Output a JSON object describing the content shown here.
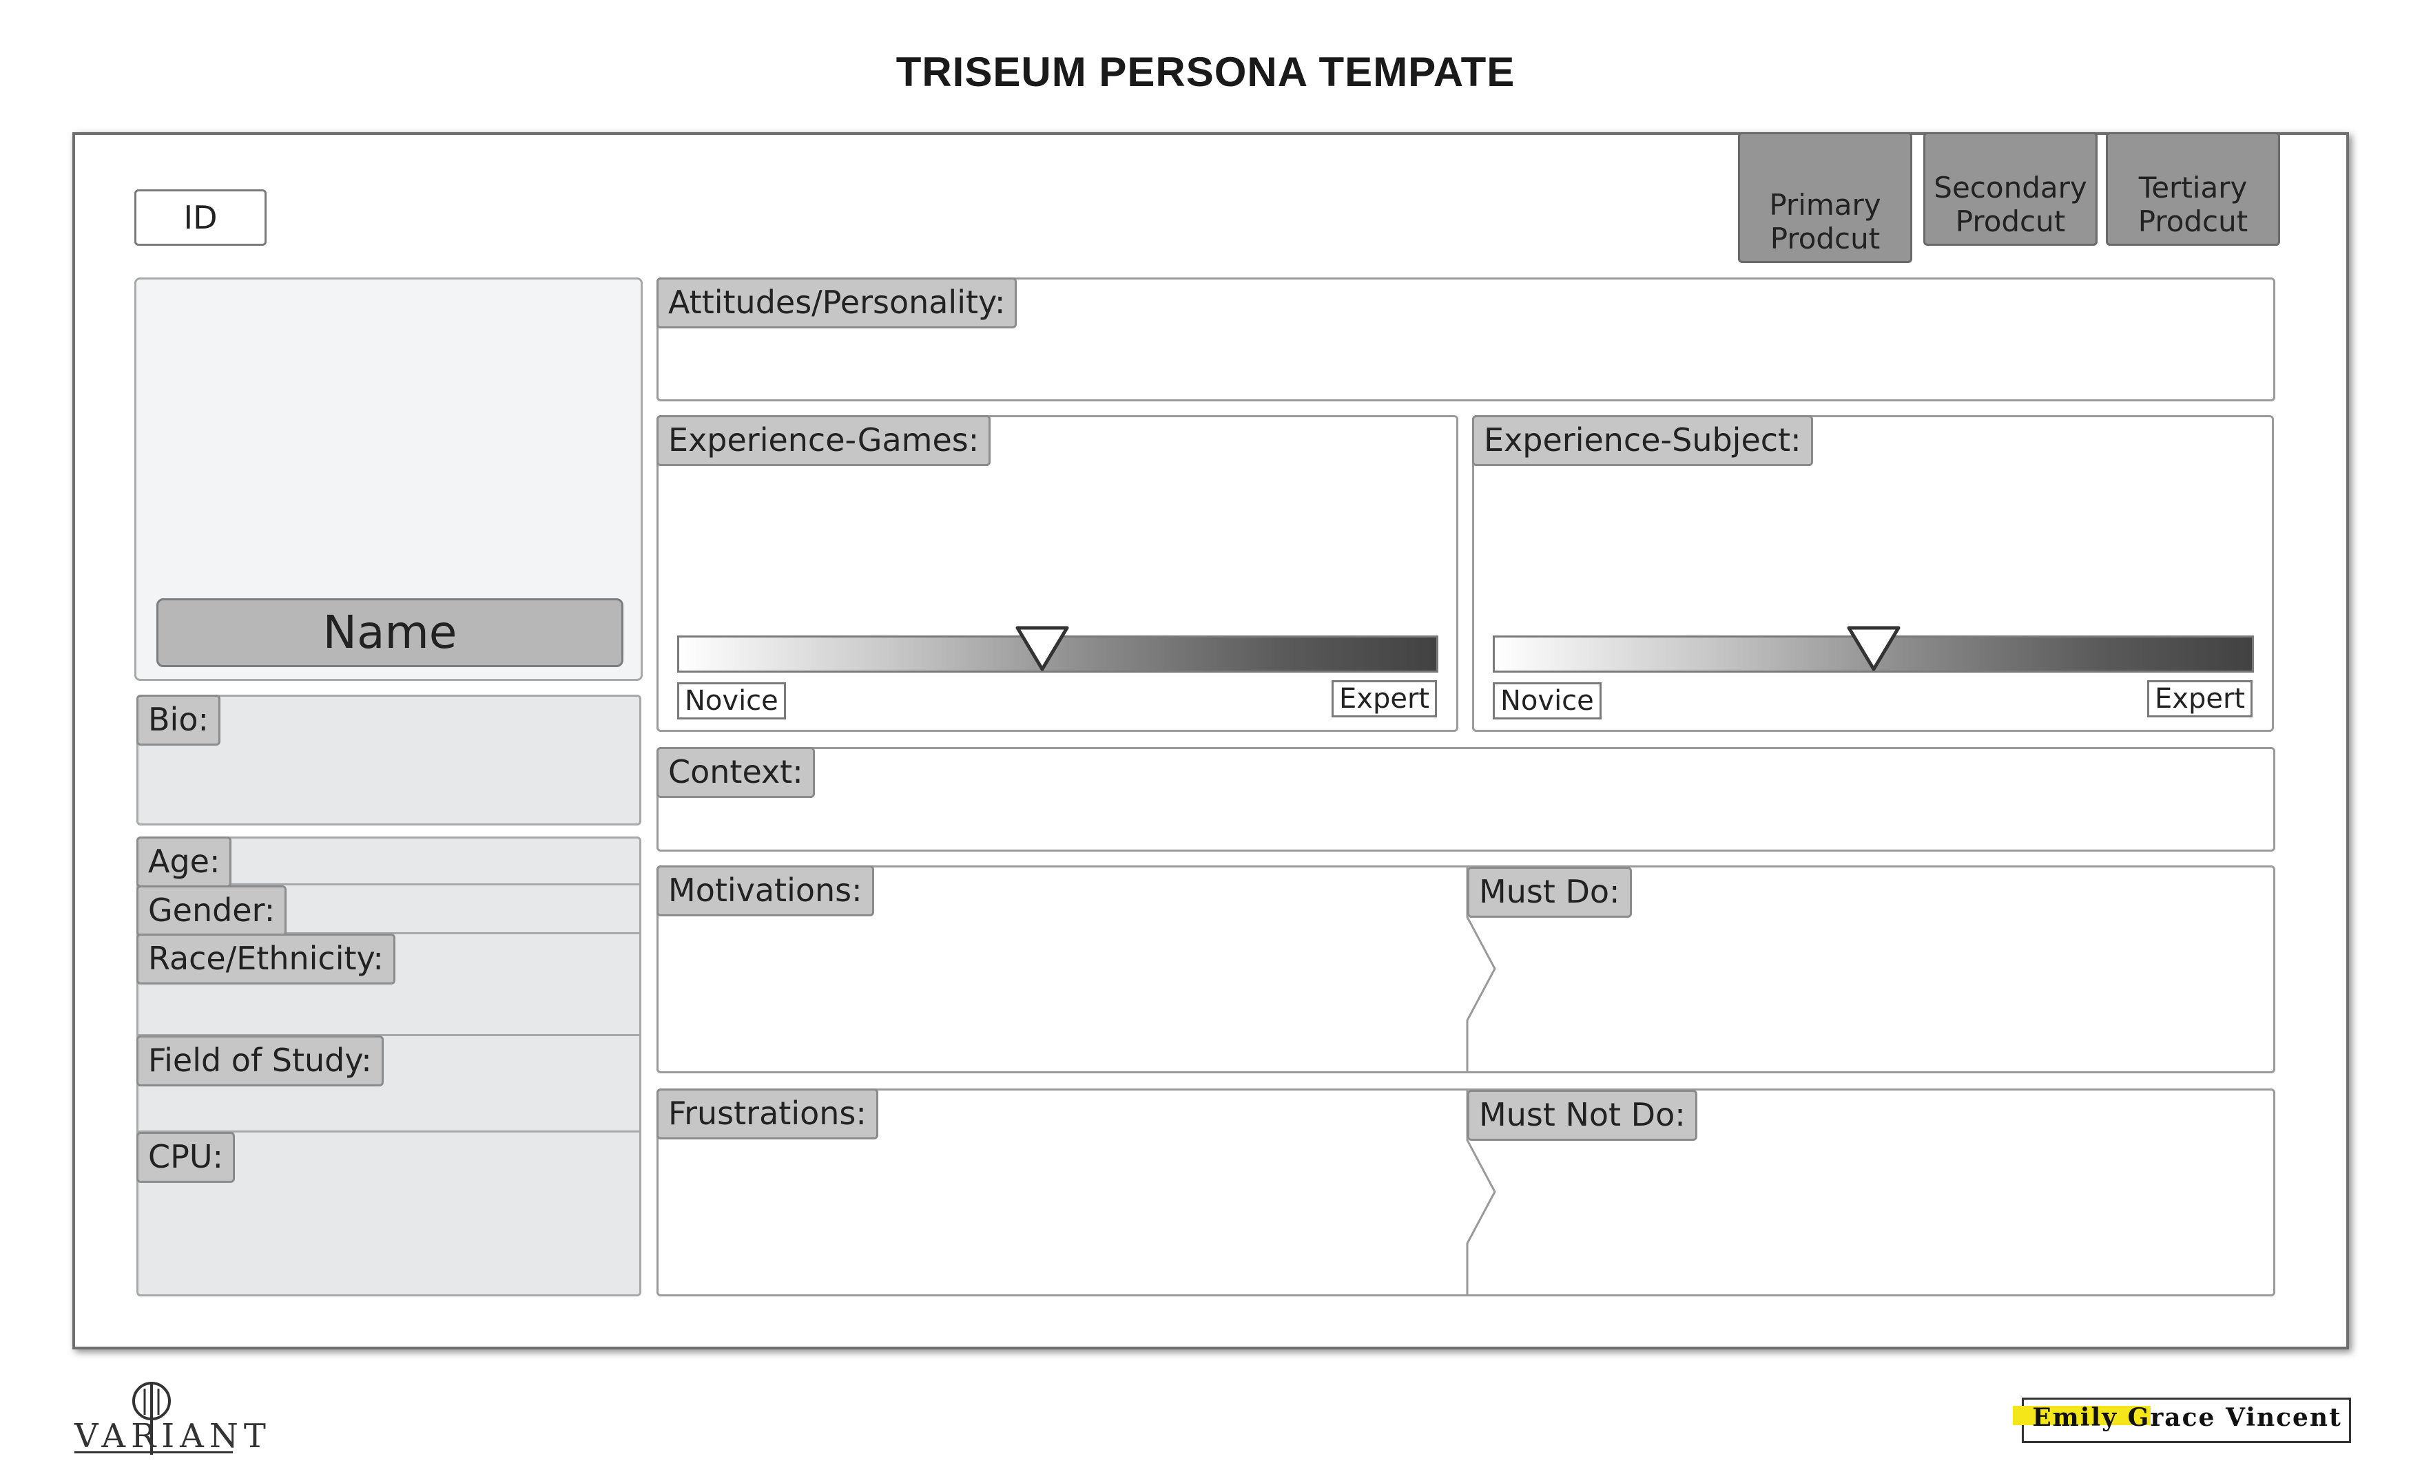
{
  "title": "TRISEUM PERSONA TEMPATE",
  "id_label": "ID",
  "tabs": [
    {
      "line1": "Primary",
      "line2": "Prodcut"
    },
    {
      "line1": "Secondary",
      "line2": "Prodcut"
    },
    {
      "line1": "Tertiary",
      "line2": "Prodcut"
    }
  ],
  "profile": {
    "name_label": "Name",
    "bio_label": "Bio:",
    "fields": [
      "Age:",
      "Gender:",
      "Race/Ethnicity:",
      "Field of Study:",
      "CPU:"
    ]
  },
  "sections": {
    "attitudes": "Attitudes/Personality:",
    "experience_games": "Experience-Games:",
    "experience_subject": "Experience-Subject:",
    "context": "Context:",
    "motivations": "Motivations:",
    "must_do": "Must Do:",
    "frustrations": "Frustrations:",
    "must_not_do": "Must Not Do:"
  },
  "scales": {
    "low_label": "Novice",
    "high_label": "Expert",
    "games_level": 0.48,
    "subject_level": 0.5
  },
  "footer": {
    "logo": "VARIANT",
    "author": "Emily Grace Vincent"
  },
  "colors": {
    "tab_fill": "#959595",
    "tag_fill": "#c6c6c6",
    "highlight": "#f5e61a"
  }
}
